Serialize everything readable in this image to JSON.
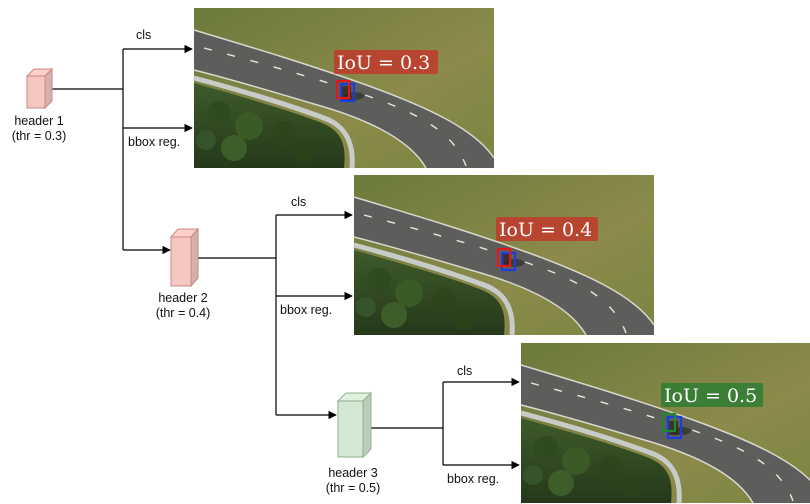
{
  "headers": [
    {
      "name": "header 1",
      "thr": "(thr = 0.3)",
      "color": "#f4c7c3",
      "stroke": "#c98a86"
    },
    {
      "name": "header 2",
      "thr": "(thr = 0.4)",
      "color": "#f4c7c3",
      "stroke": "#c98a86"
    },
    {
      "name": "header 3",
      "thr": "(thr = 0.5)",
      "color": "#d5e8d4",
      "stroke": "#8fb08c"
    }
  ],
  "branches": {
    "cls_label": "cls",
    "bbox_label": "bbox reg."
  },
  "panels": [
    {
      "iou": "IoU = 0.3",
      "iou_bg": "#c0392b",
      "box_color": "#e0181e"
    },
    {
      "iou": "IoU = 0.4",
      "iou_bg": "#c0392b",
      "box_color": "#e0181e"
    },
    {
      "iou": "IoU = 0.5",
      "iou_bg": "#2e7d32",
      "box_color": "#1f8a2a"
    }
  ],
  "gt_box_color": "#1a3de0"
}
